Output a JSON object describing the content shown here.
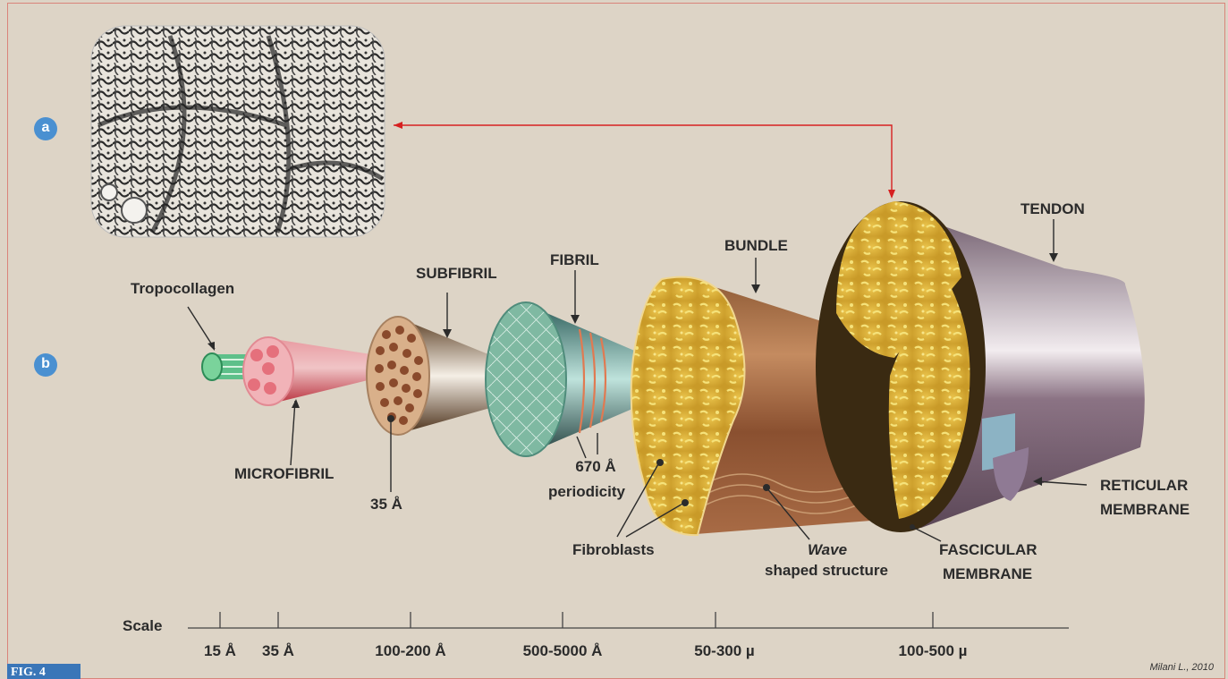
{
  "panels": {
    "a": "a",
    "b": "b"
  },
  "labels": {
    "tropocollagen": "Tropocollagen",
    "microfibril": "MICROFIBRIL",
    "subfibril": "SUBFIBRIL",
    "subfibril_size": "35 Å",
    "fibril": "FIBRIL",
    "fibril_period_value": "670 Å",
    "fibril_period_text": "periodicity",
    "bundle": "BUNDLE",
    "fibroblasts": "Fibroblasts",
    "wave_italic": "Wave",
    "wave_text": "shaped structure",
    "tendon": "TENDON",
    "reticular_1": "RETICULAR",
    "reticular_2": "MEMBRANE",
    "fascicular_1": "FASCICULAR",
    "fascicular_2": "MEMBRANE"
  },
  "scale": {
    "title": "Scale",
    "ticks": [
      "15 Å",
      "35 Å",
      "100-200 Å",
      "500-5000 Å",
      "50-300 µ",
      "100-500 µ"
    ]
  },
  "figure_label": "FIG. 4",
  "credit": "Milani L., 2010",
  "colors": {
    "background": "#ddd4c6",
    "badge": "#4a90d1",
    "arrow_red": "#d62020",
    "fig_tab": "#3a76b8"
  }
}
